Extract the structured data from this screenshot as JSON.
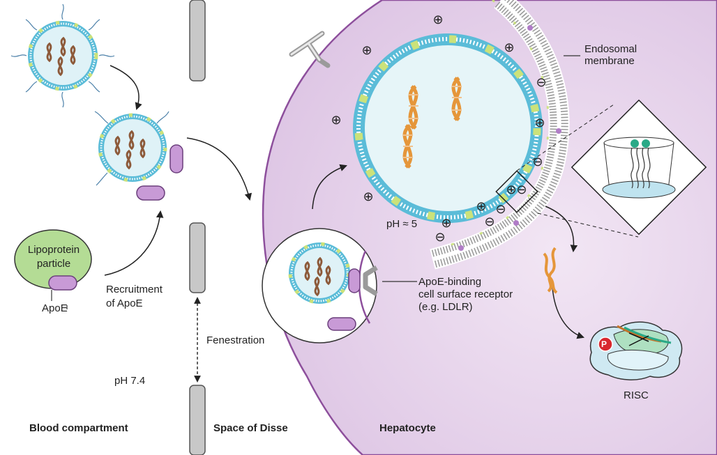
{
  "labels": {
    "endosomal_membrane": "Endosomal\nmembrane",
    "lipoprotein_particle": "Lipoprotein\nparticle",
    "apoe": "ApoE",
    "recruitment": "Recruitment\nof ApoE",
    "ph_endosome": "pH ≈ 5",
    "apoe_receptor": "ApoE-binding\ncell surface receptor\n(e.g. LDLR)",
    "fenestration": "Fenestration",
    "ph_blood": "pH 7.4",
    "risc": "RISC",
    "risc_badge": "P",
    "blood_compartment": "Blood compartment",
    "space_of_disse": "Space of Disse",
    "hepatocyte": "Hepatocyte"
  },
  "charges": {
    "plus": "⊕",
    "minus": "⊖"
  },
  "colors": {
    "hepatocyte_fill": "#ecdcf0",
    "hepatocyte_edge": "#8d4f9c",
    "apoe_purple": "#c89ad6",
    "lipoprotein_green": "#b4dc95",
    "lipid_shell_blue": "#5bbcd8",
    "shell_yellow_green": "#cbe27a",
    "dna_orange": "#e5963a",
    "dna_brown": "#8d5a3a",
    "fenestra_grey": "#c8c8c8",
    "risc_blue": "#cfe9f2",
    "risc_badge_red": "#d9272e"
  }
}
